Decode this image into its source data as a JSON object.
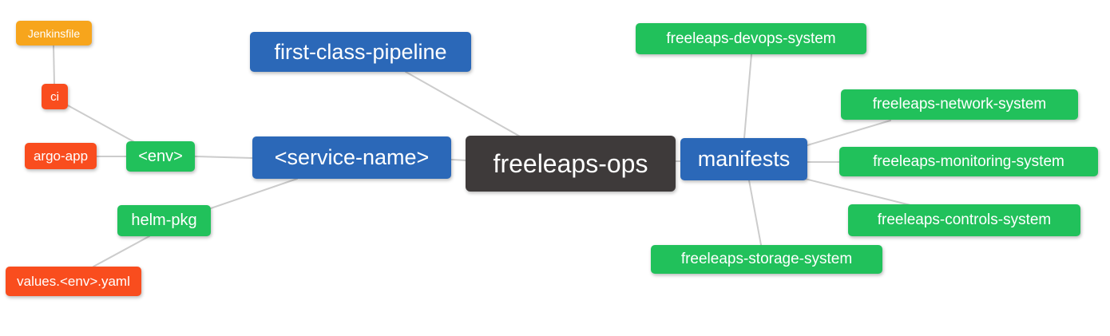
{
  "diagram": {
    "type": "mindmap",
    "root": "freeleaps-ops",
    "colors": {
      "branch_blue": "#2b68b8",
      "leaf_green": "#21c15b",
      "leaf_red": "#f94d1e",
      "leaf_orange": "#f7a51c",
      "root_dark": "#3e3a3a",
      "edge_gray": "#cccccc",
      "text": "#ffffff"
    },
    "nodes": [
      {
        "id": "jenkinsfile",
        "label": "Jenkinsfile",
        "color": "orange"
      },
      {
        "id": "ci",
        "label": "ci",
        "color": "red"
      },
      {
        "id": "argo-app",
        "label": "argo-app",
        "color": "red"
      },
      {
        "id": "env",
        "label": "<env>",
        "color": "green"
      },
      {
        "id": "helm-pkg",
        "label": "helm-pkg",
        "color": "green"
      },
      {
        "id": "values-env-yaml",
        "label": "values.<env>.yaml",
        "color": "red"
      },
      {
        "id": "first-class-pipeline",
        "label": "first-class-pipeline",
        "color": "blue"
      },
      {
        "id": "service-name",
        "label": "<service-name>",
        "color": "blue"
      },
      {
        "id": "freeleaps-ops",
        "label": "freeleaps-ops",
        "color": "dark"
      },
      {
        "id": "manifests",
        "label": "manifests",
        "color": "blue"
      },
      {
        "id": "devops-system",
        "label": "freeleaps-devops-system",
        "color": "green"
      },
      {
        "id": "network-system",
        "label": "freeleaps-network-system",
        "color": "green"
      },
      {
        "id": "monitoring-system",
        "label": "freeleaps-monitoring-system",
        "color": "green"
      },
      {
        "id": "controls-system",
        "label": "freeleaps-controls-system",
        "color": "green"
      },
      {
        "id": "storage-system",
        "label": "freeleaps-storage-system",
        "color": "green"
      }
    ],
    "edges": [
      {
        "from": "jenkinsfile",
        "to": "ci"
      },
      {
        "from": "ci",
        "to": "env"
      },
      {
        "from": "argo-app",
        "to": "env"
      },
      {
        "from": "env",
        "to": "service-name"
      },
      {
        "from": "service-name",
        "to": "helm-pkg"
      },
      {
        "from": "helm-pkg",
        "to": "values-env-yaml"
      },
      {
        "from": "first-class-pipeline",
        "to": "freeleaps-ops"
      },
      {
        "from": "service-name",
        "to": "freeleaps-ops"
      },
      {
        "from": "freeleaps-ops",
        "to": "manifests"
      },
      {
        "from": "manifests",
        "to": "devops-system"
      },
      {
        "from": "manifests",
        "to": "network-system"
      },
      {
        "from": "manifests",
        "to": "monitoring-system"
      },
      {
        "from": "manifests",
        "to": "controls-system"
      },
      {
        "from": "manifests",
        "to": "storage-system"
      }
    ]
  }
}
